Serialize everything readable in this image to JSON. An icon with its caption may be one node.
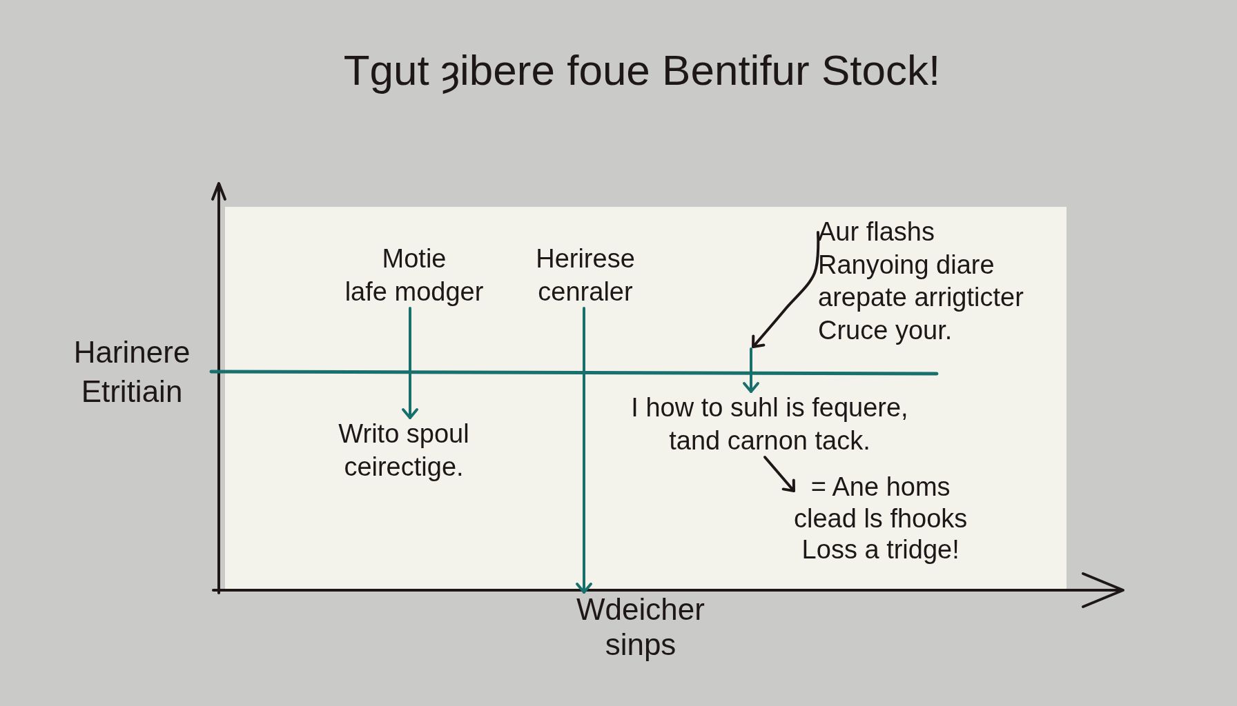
{
  "diagram": {
    "title": "Tgut ȝibere foue Bentifur Stock!",
    "nodes": [
      {
        "text": [
          "Motie lafe modger"
        ]
      },
      {
        "text": [
          "Herirese cenraler"
        ]
      },
      {
        "text": [
          "Aur flashs Ranyoing diare arepate arrigticter Cruce your."
        ]
      },
      {
        "text": [
          "Writo spoul ceirectige."
        ]
      },
      {
        "text": [
          "I how to suhl is fequere, tand carnon tack."
        ]
      },
      {
        "text": [
          "= Ane homs clead ls fhooks Loss a tridge!"
        ]
      },
      {
        "text": [
          "Wdeicher sinps"
        ]
      }
    ],
    "edges": [
      {
        "from": 0,
        "to": 3,
        "arrow": "to"
      },
      {
        "from": 1,
        "to": 6,
        "arrow": "to"
      },
      {
        "from": 2,
        "to": null,
        "arrow": "to",
        "color": "#1d1717"
      },
      {
        "from": null,
        "to": 4,
        "arrow": "to"
      },
      {
        "from": 4,
        "to": 5,
        "arrow": "to",
        "color": "#1d1717"
      }
    ],
    "labels": [
      "Harinere Etritiain"
    ]
  }
}
